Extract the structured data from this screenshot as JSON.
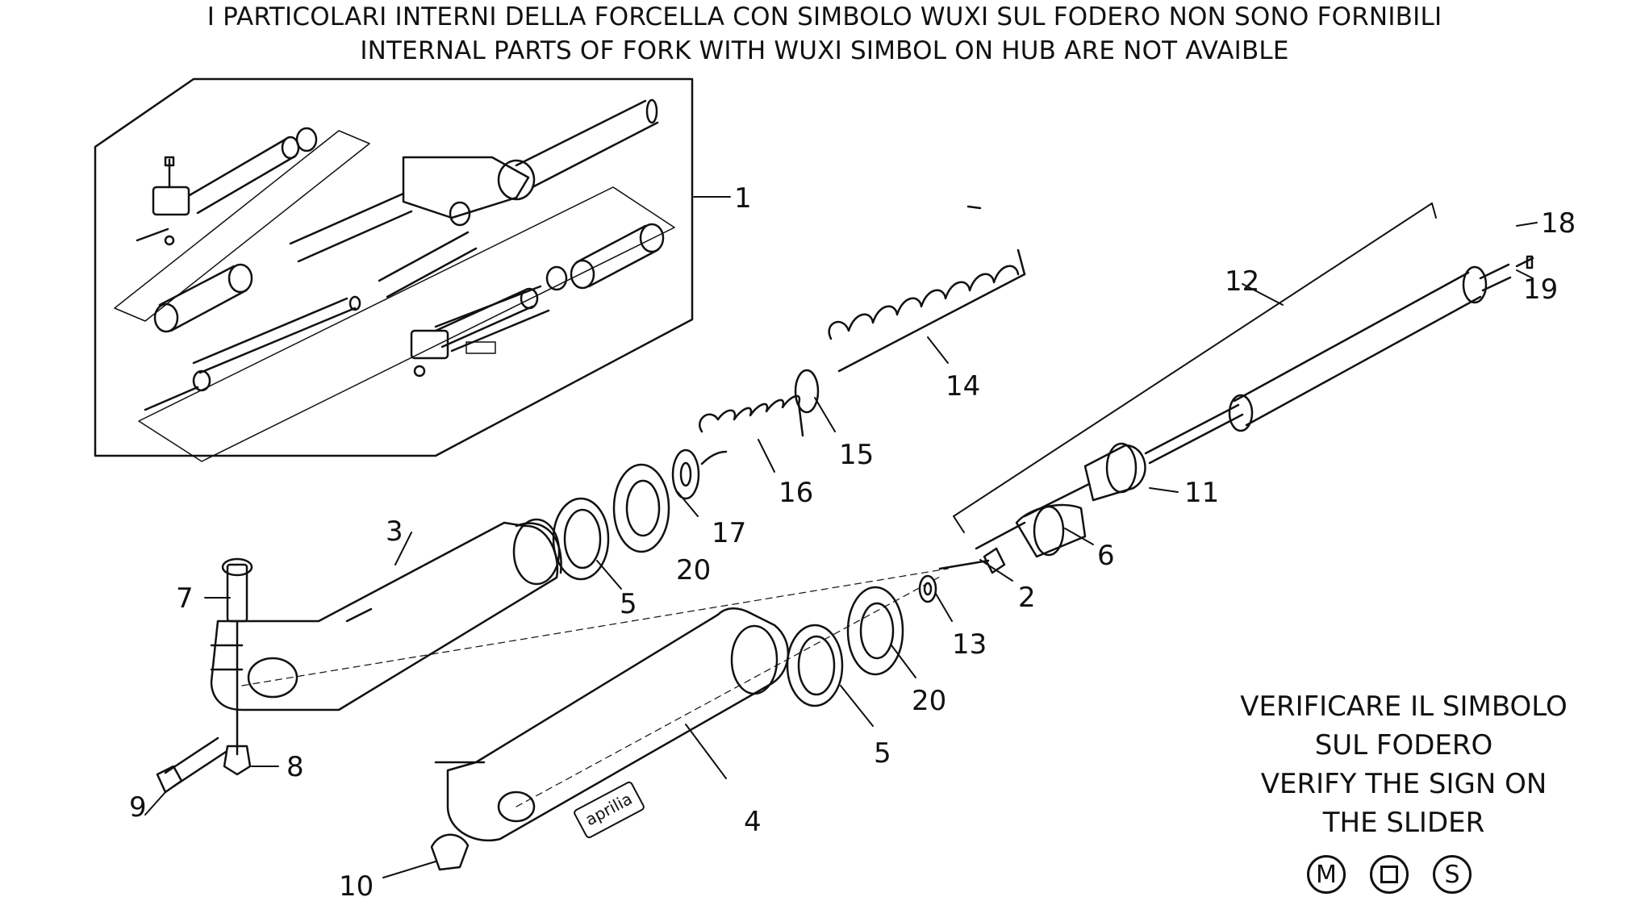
{
  "header": {
    "line1": "I PARTICOLARI INTERNI DELLA FORCELLA CON SIMBOLO WUXI SUL FODERO NON SONO FORNIBILI",
    "line2": "INTERNAL PARTS OF FORK WITH WUXI SIMBOL ON HUB ARE NOT AVAIBLE"
  },
  "callouts": {
    "c1": "1",
    "c2": "2",
    "c3": "3",
    "c4": "4",
    "c5a": "5",
    "c5b": "5",
    "c6": "6",
    "c7": "7",
    "c8": "8",
    "c9": "9",
    "c10": "10",
    "c11": "11",
    "c12": "12",
    "c13": "13",
    "c14": "14",
    "c15": "15",
    "c16": "16",
    "c17": "17",
    "c18": "18",
    "c19": "19",
    "c20a": "20",
    "c20b": "20"
  },
  "brand_label": "aprilia",
  "note": {
    "line1": "VERIFICARE IL SIMBOLO",
    "line2": "SUL FODERO",
    "line3": "VERIFY THE SIGN ON",
    "line4": "THE SLIDER"
  },
  "symbols": {
    "m": "M",
    "s": "S"
  },
  "colors": {
    "ink": "#111111",
    "background": "#ffffff"
  }
}
